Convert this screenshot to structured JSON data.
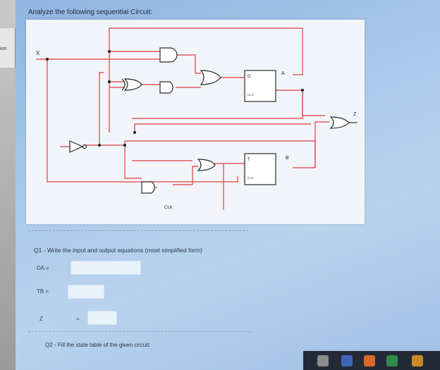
{
  "sidebar": {
    "tab_label": "ion"
  },
  "page": {
    "title": "Analyze the following sequential Circuit:"
  },
  "circuit": {
    "input_label": "X",
    "output_label": "Z",
    "ff_a": {
      "d_label": "D",
      "q_label": "A",
      "clk_label": "CLK"
    },
    "ff_b": {
      "t_label": "T",
      "q_label": "B",
      "clk_label": "CLK"
    },
    "clock_label": "CLK"
  },
  "q1": {
    "text": "Q1 - Write the input and output equations (most simplified form)",
    "da_label": "DA =",
    "tb_label": "TB =",
    "z_label": "Z",
    "z_equals": "="
  },
  "q2": {
    "text": "Q2 - Fill the state table of the given circuit:"
  },
  "colors": {
    "wire": "#e03c3c",
    "gate": "#2b2b2b",
    "panel": "#f1f5f9"
  },
  "taskbar": {
    "icons": [
      "app-icon-1",
      "app-icon-2",
      "app-icon-3",
      "app-icon-4",
      "app-icon-5"
    ]
  }
}
